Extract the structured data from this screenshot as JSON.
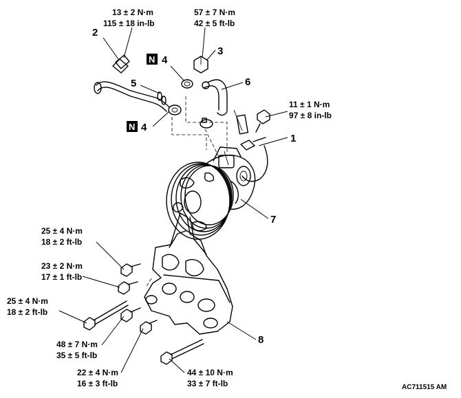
{
  "torque_specs": [
    {
      "id": "t1",
      "metric": "13 ± 2 N·m",
      "imperial": "115 ± 18 in-lb"
    },
    {
      "id": "t2",
      "metric": "57 ± 7 N·m",
      "imperial": "42 ± 5 ft-lb"
    },
    {
      "id": "t3",
      "metric": "11 ± 1 N·m",
      "imperial": "97 ± 8 in-lb"
    },
    {
      "id": "t4",
      "metric": "25 ± 4 N·m",
      "imperial": "18 ± 2 ft-lb"
    },
    {
      "id": "t5",
      "metric": "23 ± 2 N·m",
      "imperial": "17 ± 1 ft-lb"
    },
    {
      "id": "t6",
      "metric": "25 ± 4 N·m",
      "imperial": "18 ± 2 ft-lb"
    },
    {
      "id": "t7",
      "metric": "48 ± 7 N·m",
      "imperial": "35 ± 5 ft-lb"
    },
    {
      "id": "t8",
      "metric": "22 ± 4 N·m",
      "imperial": "16 ± 3 ft-lb"
    },
    {
      "id": "t9",
      "metric": "44 ± 10 N·m",
      "imperial": "33 ± 7 ft-lb"
    }
  ],
  "callouts": [
    {
      "id": "c1",
      "label": "1"
    },
    {
      "id": "c2",
      "label": "2"
    },
    {
      "id": "c3",
      "label": "3"
    },
    {
      "id": "c4a",
      "label": "4"
    },
    {
      "id": "c4b",
      "label": "4"
    },
    {
      "id": "c5",
      "label": "5"
    },
    {
      "id": "c6",
      "label": "6"
    },
    {
      "id": "c7",
      "label": "7"
    },
    {
      "id": "c8",
      "label": "8"
    }
  ],
  "new_part_mark": "N",
  "reference_code": "AC711515 AM",
  "icons": {
    "new_part": "n-box-icon"
  }
}
